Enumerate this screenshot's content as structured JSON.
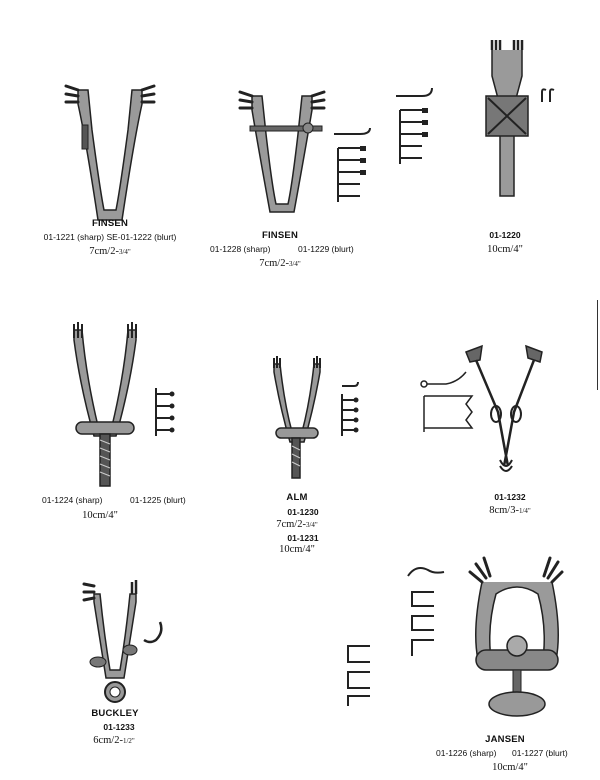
{
  "items": [
    {
      "name": "FINSEN",
      "codes": "01-1221 (sharp)  SE-01-1222 (blurt)",
      "size_main": "7cm/2-",
      "size_frac": "3/4\""
    },
    {
      "name": "FINSEN",
      "code_a": "01-1228 (sharp)",
      "code_b": "01-1229 (blurt)",
      "size_main": "7cm/2-",
      "size_frac": "3/4\""
    },
    {
      "code": "01-1220",
      "size_main": "10cm/4\""
    },
    {
      "code_a": "01-1224 (sharp)",
      "code_b": "01-1225 (blurt)",
      "size_main": "10cm/4\""
    },
    {
      "name": "ALM",
      "code_a": "01-1230",
      "size_a_main": "7cm/2-",
      "size_a_frac": "3/4\"",
      "code_b": "01-1231",
      "size_b": "10cm/4\""
    },
    {
      "code": "01-1232",
      "size_main": "8cm/3-",
      "size_frac": "1/4\""
    },
    {
      "name": "BUCKLEY",
      "code": "01-1233",
      "size_main": "6cm/2-",
      "size_frac": "1/2\""
    },
    {
      "name": "JANSEN",
      "code_a": "01-1226 (sharp)",
      "code_b": "01-1227 (blurt)",
      "size_main": "10cm/4\""
    }
  ]
}
